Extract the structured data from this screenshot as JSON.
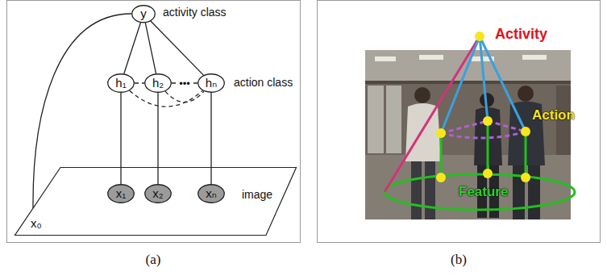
{
  "diagram": {
    "nodes": [
      {
        "text": [
          "y"
        ]
      },
      {
        "text": [
          "h₁"
        ]
      },
      {
        "text": [
          "h₂"
        ]
      },
      {
        "text": [
          "hₙ"
        ]
      },
      {
        "text": [
          "x₀"
        ]
      },
      {
        "text": [
          "x₁"
        ],
        "in": 4
      },
      {
        "text": [
          "x₂"
        ],
        "in": 4
      },
      {
        "text": [
          "xₙ"
        ],
        "in": 4
      }
    ],
    "edges": [
      {
        "from": 0,
        "to": 1,
        "arrow": "none"
      },
      {
        "from": 0,
        "to": 2,
        "arrow": "none"
      },
      {
        "from": 0,
        "to": 3,
        "arrow": "none"
      },
      {
        "from": 0,
        "to": 4,
        "arrow": "none"
      },
      {
        "from": 1,
        "to": 5,
        "arrow": "none"
      },
      {
        "from": 2,
        "to": 6,
        "arrow": "none"
      },
      {
        "from": 3,
        "to": 7,
        "arrow": "none"
      },
      {
        "from": 1,
        "to": 2,
        "arrow": "none"
      },
      {
        "from": 2,
        "to": 3,
        "label": "•••",
        "arrow": "none"
      },
      {
        "from": 1,
        "to": 3,
        "arrow": "none"
      },
      {
        "from": 2,
        "to": 3,
        "arrow": "none"
      }
    ],
    "labels": [
      "activity class",
      "action class",
      "image",
      "(a)",
      "Activity",
      "Action",
      "Feature",
      "(b)"
    ]
  }
}
